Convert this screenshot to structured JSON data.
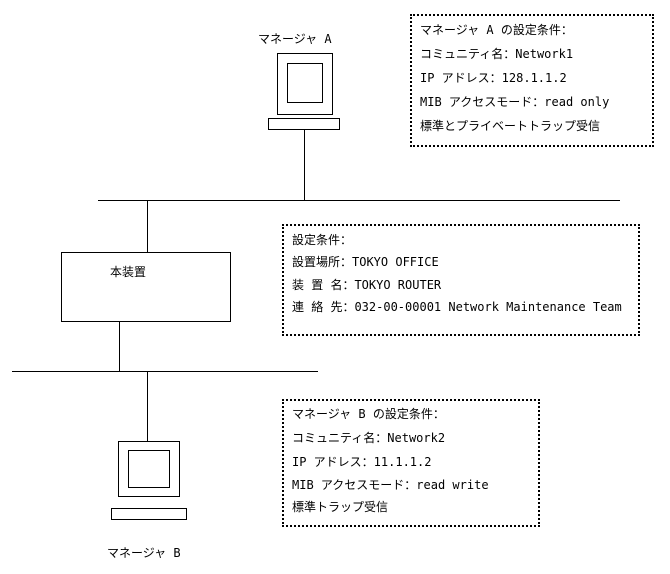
{
  "manager_a": {
    "label": "マネージャ A",
    "settings": {
      "title": "マネージャ A の設定条件：",
      "community": "コミュニティ名：Network1",
      "ip": "IP アドレス：128.1.1.2",
      "mib": "MIB アクセスモード：read only",
      "trap": "標準とプライベートトラップ受信"
    }
  },
  "device": {
    "label": "本装置",
    "settings": {
      "title": "設定条件：",
      "location": "設置場所：TOKYO OFFICE",
      "name": "装 置 名：TOKYO ROUTER",
      "contact": "連 絡 先：032-00-00001 Network Maintenance Team"
    }
  },
  "manager_b": {
    "label": "マネージャ B",
    "settings": {
      "title": "マネージャ B の設定条件：",
      "community": "コミュニティ名：Network2",
      "ip": "IP アドレス：11.1.1.2",
      "mib": "MIB アクセスモード：read write",
      "trap": "標準トラップ受信"
    }
  }
}
